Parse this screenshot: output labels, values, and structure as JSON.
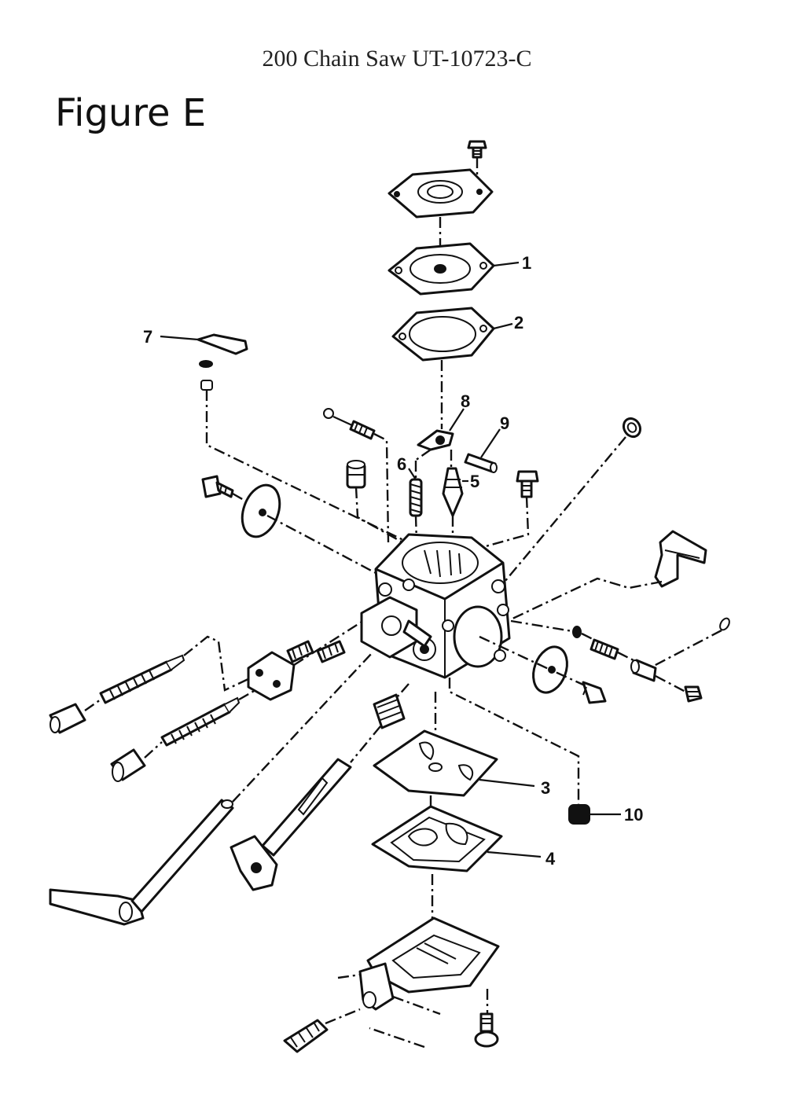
{
  "header": {
    "title": "200 Chain Saw UT-10723-C",
    "figure_label": "Figure E"
  },
  "callouts": [
    {
      "id": "1",
      "label": "1"
    },
    {
      "id": "2",
      "label": "2"
    },
    {
      "id": "3",
      "label": "3"
    },
    {
      "id": "4",
      "label": "4"
    },
    {
      "id": "5",
      "label": "5"
    },
    {
      "id": "6",
      "label": "6"
    },
    {
      "id": "7",
      "label": "7"
    },
    {
      "id": "8",
      "label": "8"
    },
    {
      "id": "9",
      "label": "9"
    },
    {
      "id": "10",
      "label": "10"
    }
  ]
}
